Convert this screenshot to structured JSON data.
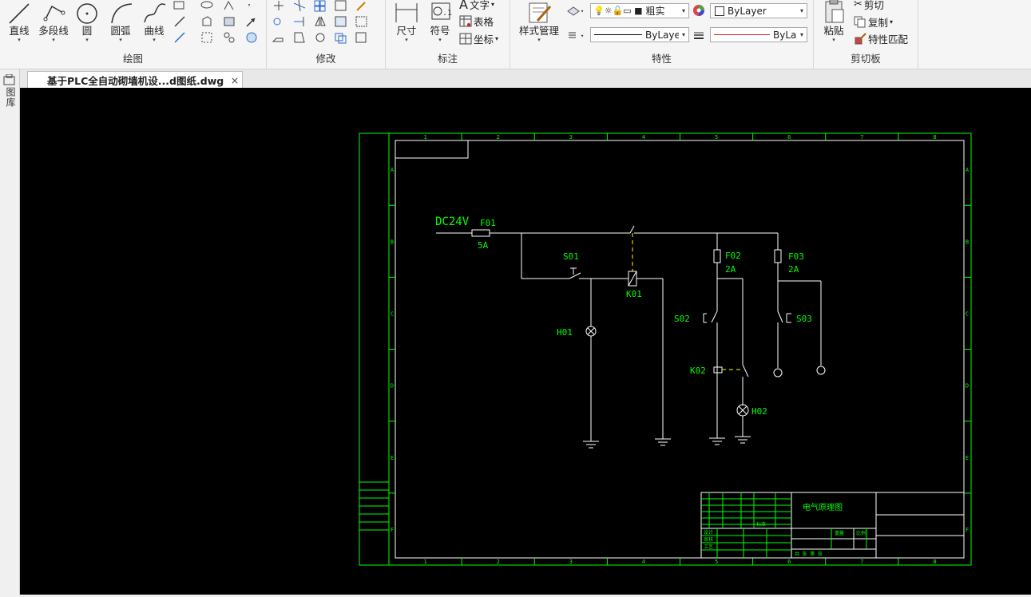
{
  "ribbon": {
    "draw": {
      "label": "绘图",
      "line": "直线",
      "polyline": "多段线",
      "circle": "圆",
      "arc": "圆弧",
      "curve": "曲线"
    },
    "modify": {
      "label": "修改"
    },
    "annotate": {
      "label": "标注",
      "dimension": "尺寸",
      "symbol": "符号",
      "text": "文字",
      "table": "表格",
      "coordinate": "坐标"
    },
    "properties": {
      "label": "特性",
      "style_manager": "样式管理",
      "layer_name": "粗实",
      "color_value": "ByLayer",
      "linetype_value": "ByLayer",
      "lineweight_value": "ByLay"
    },
    "clipboard": {
      "label": "剪切板",
      "paste": "粘贴",
      "cut": "剪切",
      "copy": "复制",
      "match": "特性匹配"
    }
  },
  "document_tab": {
    "title": "基于PLC全自动砌墙机设...d图纸.dwg",
    "close": "×"
  },
  "sidebar": {
    "label": "图库"
  },
  "drawing": {
    "col_labels": [
      "1",
      "2",
      "3",
      "4",
      "5",
      "6",
      "7",
      "8"
    ],
    "row_labels": [
      "A",
      "B",
      "C",
      "D",
      "E",
      "F"
    ],
    "supply": "DC24V",
    "labels": {
      "f01": "F01",
      "f01_rating": "5A",
      "s01": "S01",
      "k01": "K01",
      "h01": "H01",
      "f02": "F02",
      "f02_rating": "2A",
      "f03": "F03",
      "f03_rating": "2A",
      "s02": "S02",
      "s03": "S03",
      "k02": "K02",
      "h02": "H02"
    },
    "title_block": {
      "name": "电气原理图",
      "design": "设计",
      "check": "审核",
      "process": "工艺",
      "standard": "标准",
      "weight": "重量",
      "scale": "比例",
      "sheet": "共 张 第 张"
    }
  },
  "colors": {
    "frame": "#00ff00",
    "wire": "#ffffff",
    "mechanical_link": "#ffff00",
    "canvas": "#000000"
  }
}
